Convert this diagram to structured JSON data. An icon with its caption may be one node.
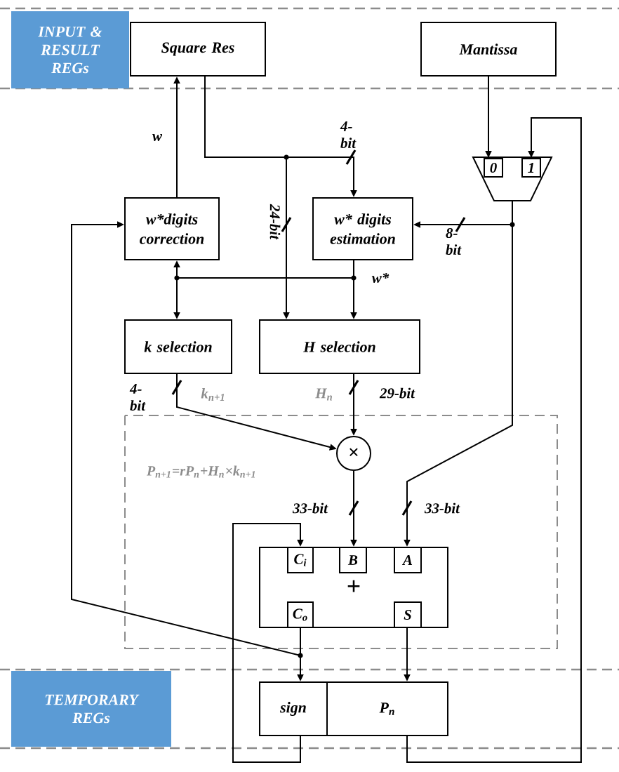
{
  "diagram": {
    "nodes": [
      {
        "text": [
          "INPUT & RESULT REGs"
        ]
      },
      {
        "text": [
          "Square Res"
        ]
      },
      {
        "text": [
          "Mantissa"
        ]
      },
      {
        "text": [],
        "shape": "trapezoid"
      },
      {
        "text": [
          "0"
        ],
        "in": 3
      },
      {
        "text": [
          "1"
        ],
        "in": 3
      },
      {
        "text": [
          "w*digits correction"
        ]
      },
      {
        "text": [
          "w* digits estimation"
        ]
      },
      {
        "text": [
          "k selection"
        ]
      },
      {
        "text": [
          "H selection"
        ]
      },
      {
        "text": [
          "×"
        ],
        "in": 11
      },
      {
        "text": [
          "P$_{n+1}$=rP$_{n}$+H$_{n}$×k$_{n+1}$"
        ]
      },
      {
        "text": [
          "+"
        ],
        "in": 11
      },
      {
        "text": [
          "C$_{i}$"
        ],
        "in": 12
      },
      {
        "text": [
          "B"
        ],
        "in": 12
      },
      {
        "text": [
          "A"
        ],
        "in": 12
      },
      {
        "text": [
          "C$_{o}$"
        ],
        "in": 12
      },
      {
        "text": [
          "S"
        ],
        "in": 12
      },
      {
        "text": [
          "TEMPORARY REGs"
        ]
      },
      {
        "text": [
          "sign"
        ]
      },
      {
        "text": [
          "P$_{n}$"
        ]
      }
    ],
    "edges": [
      {
        "from": 1,
        "to": 7,
        "arrow": "to",
        "label": "4-bit"
      },
      {
        "from": 1,
        "to": 9,
        "arrow": "to",
        "label": "24-bit"
      },
      {
        "from": 6,
        "to": 1,
        "arrow": "to",
        "label": "w"
      },
      {
        "from": 3,
        "to": 7,
        "arrow": "to",
        "label": "8-bit"
      },
      {
        "from": 7,
        "to": 9,
        "arrow": "to",
        "label": "w*"
      },
      {
        "from": 7,
        "to": 6,
        "arrow": "to"
      },
      {
        "from": 7,
        "to": 8,
        "arrow": "to"
      },
      {
        "from": 8,
        "to": 10,
        "arrow": "to",
        "label": "4-bit"
      },
      {
        "from": 9,
        "to": 10,
        "arrow": "to",
        "label": "29-bit"
      },
      {
        "from": 10,
        "to": 14,
        "arrow": "to",
        "label": "33-bit"
      },
      {
        "from": 3,
        "to": 15,
        "arrow": "to",
        "label": "33-bit"
      },
      {
        "from": 2,
        "to": 4,
        "arrow": "to"
      },
      {
        "from": 20,
        "to": 5,
        "arrow": "to"
      },
      {
        "from": 19,
        "to": 13,
        "arrow": "to"
      },
      {
        "from": 16,
        "to": 19,
        "arrow": "to"
      },
      {
        "from": 16,
        "to": 6,
        "arrow": "to"
      },
      {
        "from": 17,
        "to": 20,
        "arrow": "to"
      }
    ],
    "labels": [
      "k$_{n+1}$",
      "H$_{n}$"
    ]
  }
}
